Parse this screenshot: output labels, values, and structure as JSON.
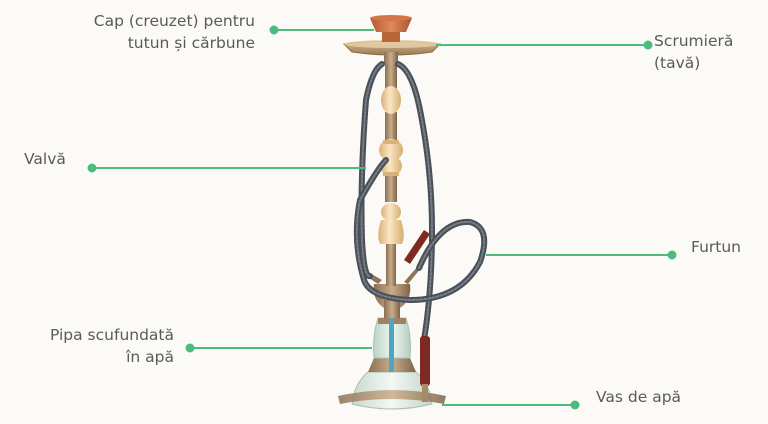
{
  "labels": {
    "head": {
      "line1": "Cap (creuzet) pentru",
      "line2": "tutun și cărbune"
    },
    "tray": {
      "line1": "Scrumieră",
      "line2": "(tavă)"
    },
    "valve": {
      "text": "Valvă"
    },
    "hose": {
      "text": "Furtun"
    },
    "downstem": {
      "line1": "Pipa scufundată",
      "line2": "în apă"
    },
    "vase": {
      "text": "Vas de apă"
    }
  },
  "colors": {
    "leader": "#4cbb7c",
    "text": "#5a5a5a",
    "background": "#fcfaf6",
    "bowl": "#c46a3c",
    "metal": "#a88a66",
    "wood": "#f1d3a4",
    "hose": "#555b63",
    "handle": "#7d2b22",
    "glass": "#e4efe8",
    "water": "#7fc3ce"
  }
}
